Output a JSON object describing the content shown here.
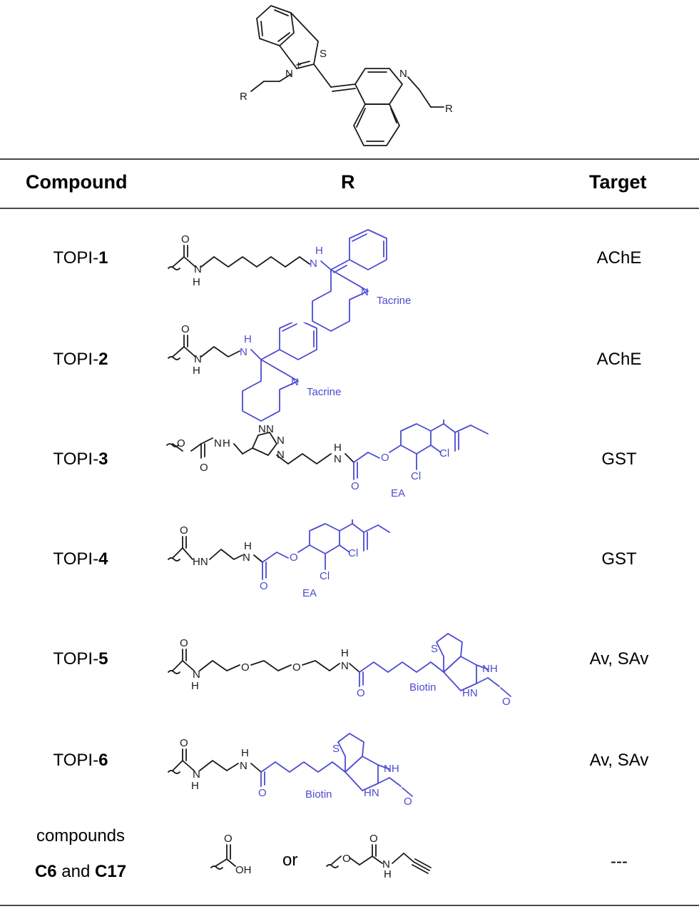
{
  "scaffold": {
    "labels": [
      "S",
      "N",
      "+",
      "N",
      "R",
      "R"
    ]
  },
  "table": {
    "headers": {
      "compound": "Compound",
      "r": "R",
      "target": "Target"
    },
    "rows": [
      {
        "prefix": "TOPI-",
        "num": "1",
        "target": "AChE",
        "labels": [
          "O",
          "H",
          "N",
          "H",
          "N",
          "N",
          "Tacrine"
        ]
      },
      {
        "prefix": "TOPI-",
        "num": "2",
        "target": "AChE",
        "labels": [
          "O",
          "H",
          "N",
          "H",
          "N",
          "N",
          "Tacrine"
        ]
      },
      {
        "prefix": "TOPI-",
        "num": "3",
        "target": "GST",
        "labels": [
          "O",
          "O",
          "N",
          "H",
          "N",
          "N",
          "N",
          "N",
          "H",
          "N",
          "O",
          "O",
          "O",
          "Cl",
          "Cl",
          "EA"
        ]
      },
      {
        "prefix": "TOPI-",
        "num": "4",
        "target": "GST",
        "labels": [
          "O",
          "HN",
          "H",
          "N",
          "O",
          "O",
          "O",
          "Cl",
          "Cl",
          "EA"
        ]
      },
      {
        "prefix": "TOPI-",
        "num": "5",
        "target": "Av, SAv",
        "labels": [
          "O",
          "H",
          "N",
          "O",
          "O",
          "H",
          "N",
          "O",
          "S",
          "NH",
          "HN",
          "O",
          "Biotin"
        ]
      },
      {
        "prefix": "TOPI-",
        "num": "6",
        "target": "Av, SAv",
        "labels": [
          "O",
          "H",
          "N",
          "H",
          "N",
          "O",
          "S",
          "NH",
          "HN",
          "O",
          "Biotin"
        ]
      }
    ],
    "last_row": {
      "line1": "compounds",
      "c6": "C6",
      "and": " and ",
      "c17": "C17",
      "or": "or",
      "target": "---",
      "labels": [
        "O",
        "OH",
        "O",
        "O",
        "H",
        "N"
      ]
    }
  }
}
